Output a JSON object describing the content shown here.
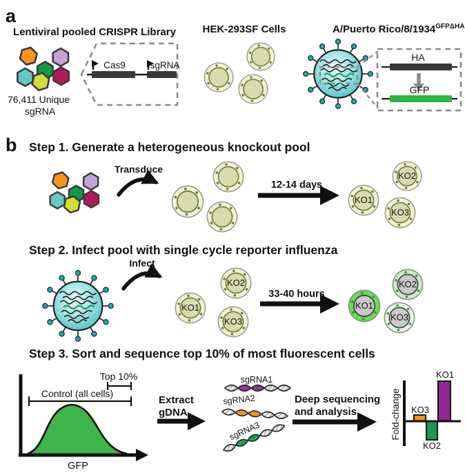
{
  "figure": {
    "panel_a_label": "a",
    "panel_b_label": "b"
  },
  "library": {
    "title": "Lentiviral pooled CRISPR Library",
    "count_line1": "76,411 Unique",
    "count_line2": "sgRNA",
    "cas9": "Cas9",
    "sgrna": "sgRNA"
  },
  "hek": {
    "title": "HEK-293SF Cells"
  },
  "virus": {
    "name": "A/Puerto Rico/8/1934",
    "superscript": "GFPΔHA",
    "ha": "HA",
    "gfp": "GFP"
  },
  "step1": {
    "title": "Step 1. Generate a heterogeneous knockout pool",
    "transduce": "Transduce",
    "duration": "12-14 days",
    "ko1": "KO1",
    "ko2": "KO2",
    "ko3": "KO3"
  },
  "step2": {
    "title": "Step 2. Infect pool with single cycle reporter influenza",
    "infect": "Infect",
    "duration": "33-40 hours",
    "ko1": "KO1",
    "ko2": "KO2",
    "ko3": "KO3"
  },
  "step3": {
    "title": "Step 3. Sort and sequence top 10% of most fluorescent cells",
    "top_label": "Top 10%",
    "control_label": "Control (all cells)",
    "gfp_axis": "GFP",
    "extract_line1": "Extract",
    "extract_line2": "gDNA",
    "sgrna1": "sgRNA1",
    "sgrna2": "sgRNA2",
    "sgrna3": "sgRNA3",
    "seq_line1": "Deep sequencing",
    "seq_line2": "and analysis",
    "fold_change_axis": "Fold-change",
    "bar_ko1": "KO1",
    "bar_ko2": "KO2",
    "bar_ko3": "KO3"
  },
  "chart_data": [
    {
      "type": "area",
      "title": "GFP fluorescence histogram (sorting gates)",
      "xlabel": "GFP",
      "ylabel": "",
      "description": "Single green bell-shaped density; no numeric ticks shown",
      "annotations": [
        "Control (all cells)",
        "Top 10%"
      ],
      "legend_position": "none",
      "grid": false
    },
    {
      "type": "bar",
      "title": "sgRNA enrichment after sorting",
      "ylabel": "Fold-change",
      "categories": [
        "KO3",
        "KO2",
        "KO1"
      ],
      "values": [
        0.5,
        -1.5,
        3.2
      ],
      "bar_colors": [
        "#F7941D",
        "#159B57",
        "#93278F"
      ],
      "description": "No numeric axis ticks shown; values relative",
      "grid": false
    }
  ],
  "colors": {
    "hex_orange": "#F7941E",
    "hex_lavender": "#C5A3D9",
    "hex_green": "#0F9B4A",
    "hex_teal": "#62CAC3",
    "hex_yellow": "#D7DB37",
    "hex_magenta": "#B11A5B",
    "cell_cytoplasm": "#EFF3CF",
    "cell_nucleus": "#D8DCAC",
    "infected_bright": "#5FE24B",
    "infected_medium": "#C4EFBC",
    "infected_faint": "#E3F7DE",
    "virus_teal": "#4FBFC6",
    "gfp_green": "#2DB34A",
    "histogram_green": "#3DB54A",
    "bar_purple": "#93278F",
    "bar_green": "#159B57",
    "bar_orange": "#F7941D",
    "construct_dark": "#383838"
  }
}
